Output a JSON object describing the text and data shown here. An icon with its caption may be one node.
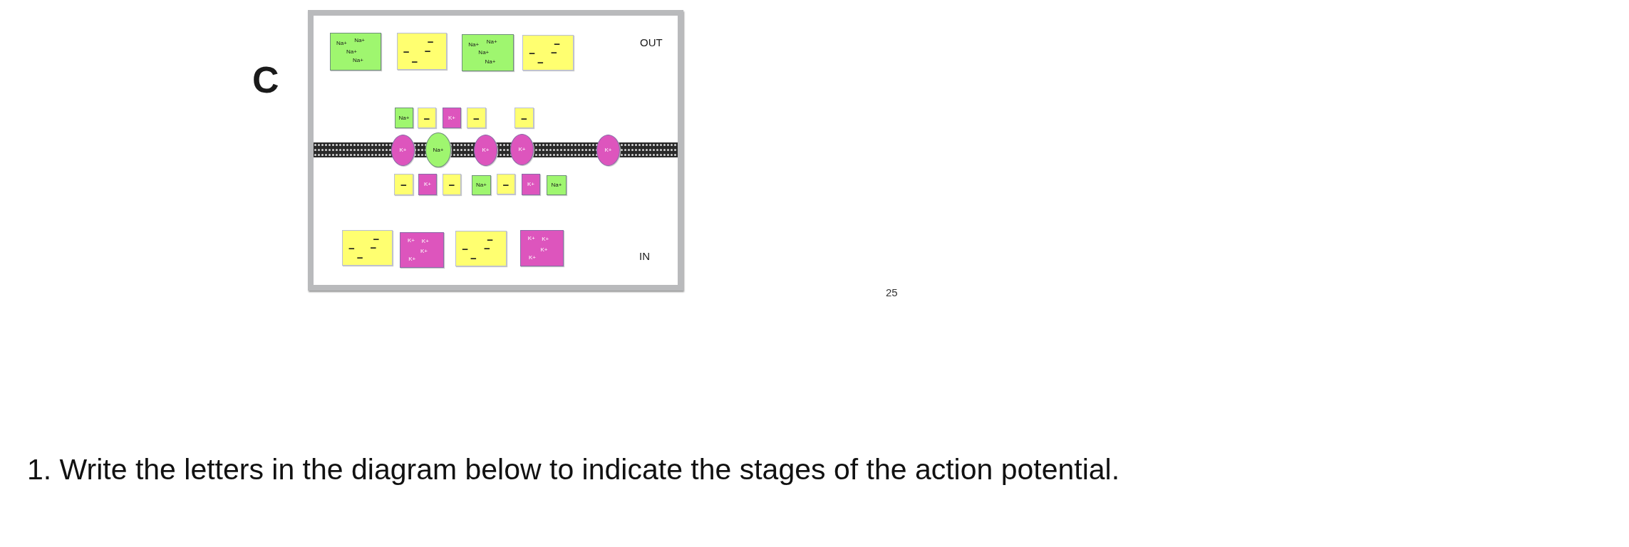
{
  "diagram": {
    "nodes": [
      {
        "text": [
          "Na+",
          "Na+",
          "Na+",
          "Na+"
        ]
      },
      {
        "text": [
          "−",
          "−",
          "−",
          "−"
        ]
      },
      {
        "text": [
          "Na+",
          "Na+",
          "Na+",
          "Na+"
        ]
      },
      {
        "text": [
          "−",
          "−",
          "−",
          "−"
        ]
      },
      {
        "text": [
          "Na+"
        ]
      },
      {
        "text": [
          "−"
        ]
      },
      {
        "text": [
          "K+"
        ]
      },
      {
        "text": [
          "−"
        ]
      },
      {
        "text": [
          "−"
        ]
      },
      {
        "text": [
          "K+"
        ]
      },
      {
        "text": [
          "Na+"
        ]
      },
      {
        "text": [
          "K+"
        ]
      },
      {
        "text": [
          "K+"
        ]
      },
      {
        "text": [
          "K+"
        ]
      },
      {
        "text": [
          "−"
        ]
      },
      {
        "text": [
          "K+"
        ]
      },
      {
        "text": [
          "−"
        ]
      },
      {
        "text": [
          "Na+"
        ]
      },
      {
        "text": [
          "−"
        ]
      },
      {
        "text": [
          "K+"
        ]
      },
      {
        "text": [
          "Na+"
        ]
      },
      {
        "text": [
          "−",
          "−",
          "−",
          "−"
        ]
      },
      {
        "text": [
          "K+",
          "K+",
          "K+",
          "K+"
        ]
      },
      {
        "text": [
          "−",
          "−",
          "−",
          "−"
        ]
      },
      {
        "text": [
          "K+",
          "K+",
          "K+",
          "K+"
        ]
      }
    ],
    "labels": [
      "C",
      "OUT",
      "IN",
      "25",
      "1. Write the letters in the diagram below to indicate the stages of the action potential."
    ]
  }
}
